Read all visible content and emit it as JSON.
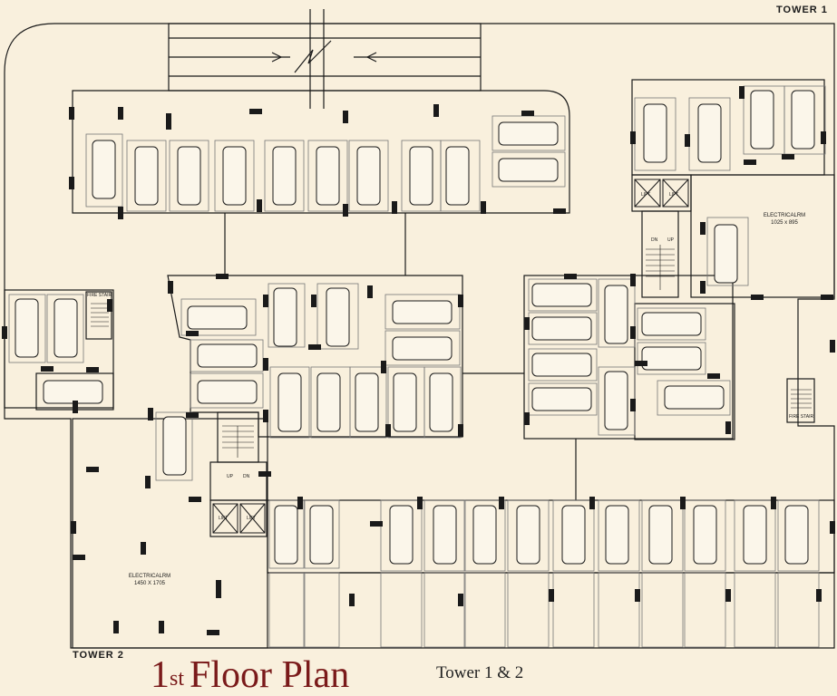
{
  "labels": {
    "tower1": "TOWER 1",
    "tower2": "TOWER 2",
    "electrical_room_1": "ELECTRICALRM",
    "electrical_room_1_size": "1025 x 895",
    "electrical_room_2": "ELECTRICALRM",
    "electrical_room_2_size": "1450 X 1705",
    "fire_stair": "FIRE STAIR",
    "lift": "LIFT",
    "up": "UP",
    "dn": "DN"
  },
  "title": {
    "ordinal": "1",
    "ordinal_suffix": "st",
    "main": "Floor Plan",
    "subtitle": "Tower 1 & 2"
  },
  "colors": {
    "background": "#f9f0dd",
    "line": "#1a1a1a",
    "title": "#7a1a1a"
  }
}
